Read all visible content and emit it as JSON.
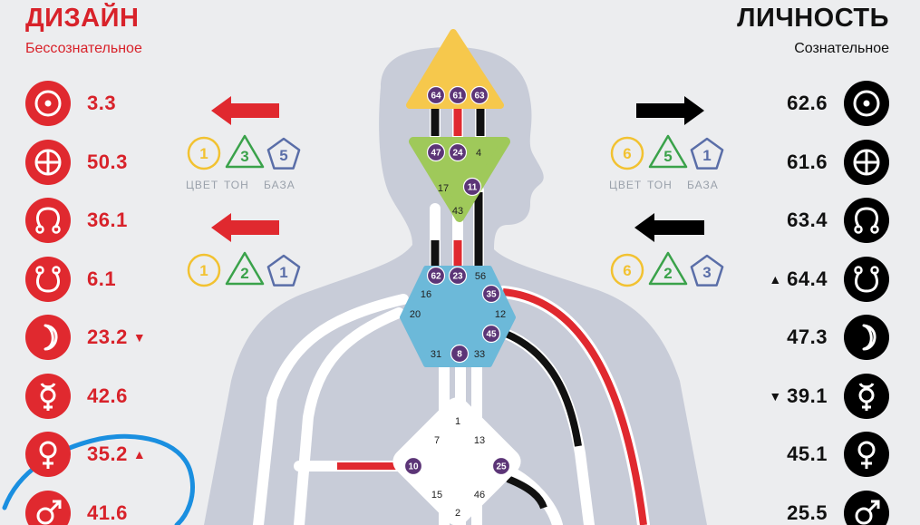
{
  "design": {
    "title": "ДИЗАЙН",
    "subtitle": "Бессознательное",
    "color": "#d8222a",
    "planets": [
      {
        "icon": "sun-icon",
        "value": "3.3",
        "marker": ""
      },
      {
        "icon": "earth-icon",
        "value": "50.3",
        "marker": ""
      },
      {
        "icon": "north-node-icon",
        "value": "36.1",
        "marker": ""
      },
      {
        "icon": "south-node-icon",
        "value": "6.1",
        "marker": ""
      },
      {
        "icon": "moon-icon",
        "value": "23.2",
        "marker": "▼"
      },
      {
        "icon": "mercury-icon",
        "value": "42.6",
        "marker": ""
      },
      {
        "icon": "venus-icon",
        "value": "35.2",
        "marker": "▲"
      },
      {
        "icon": "mars-icon",
        "value": "41.6",
        "marker": ""
      }
    ]
  },
  "personality": {
    "title": "ЛИЧНОСТЬ",
    "subtitle": "Сознательное",
    "color": "#111111",
    "planets": [
      {
        "icon": "sun-icon",
        "value": "62.6",
        "marker": ""
      },
      {
        "icon": "earth-icon",
        "value": "61.6",
        "marker": ""
      },
      {
        "icon": "north-node-icon",
        "value": "63.4",
        "marker": ""
      },
      {
        "icon": "south-node-icon",
        "value": "64.4",
        "marker": "▲"
      },
      {
        "icon": "moon-icon",
        "value": "47.3",
        "marker": ""
      },
      {
        "icon": "mercury-icon",
        "value": "39.1",
        "marker": "▼"
      },
      {
        "icon": "venus-icon",
        "value": "45.1",
        "marker": ""
      },
      {
        "icon": "mars-icon",
        "value": "25.5",
        "marker": ""
      }
    ]
  },
  "variables": {
    "labels": {
      "color": "ЦВЕТ",
      "tone": "ТОН",
      "base": "БАЗА"
    },
    "design_top": {
      "color": "1",
      "tone": "3",
      "base": "5",
      "arrow": "left"
    },
    "design_bottom": {
      "color": "1",
      "tone": "2",
      "base": "1",
      "arrow": "left"
    },
    "personality_top": {
      "color": "6",
      "tone": "5",
      "base": "1",
      "arrow": "right"
    },
    "personality_bottom": {
      "color": "6",
      "tone": "2",
      "base": "3",
      "arrow": "left"
    }
  },
  "centers": {
    "head": {
      "gates": [
        "64",
        "61",
        "63"
      ],
      "color": "#f6c84c"
    },
    "ajna": {
      "active": [
        "47",
        "24",
        "11"
      ],
      "inactive": [
        "4",
        "17",
        "43"
      ],
      "color": "#9fc95a"
    },
    "throat": {
      "active": [
        "62",
        "23",
        "35",
        "45",
        "8"
      ],
      "inactive": [
        "56",
        "16",
        "20",
        "12",
        "31",
        "33"
      ],
      "color": "#6cb9d9"
    },
    "g_center": {
      "active": [
        "10",
        "25"
      ],
      "inactive": [
        "1",
        "7",
        "13",
        "15",
        "46",
        "2"
      ],
      "color": "#ffffff"
    }
  },
  "colors": {
    "design": "#e0292f",
    "personality": "#000000",
    "gate_badge": "#5c3577",
    "silhouette": "#c8ccd8",
    "background": "#ecedef",
    "annotation": "#1a8fe0"
  }
}
